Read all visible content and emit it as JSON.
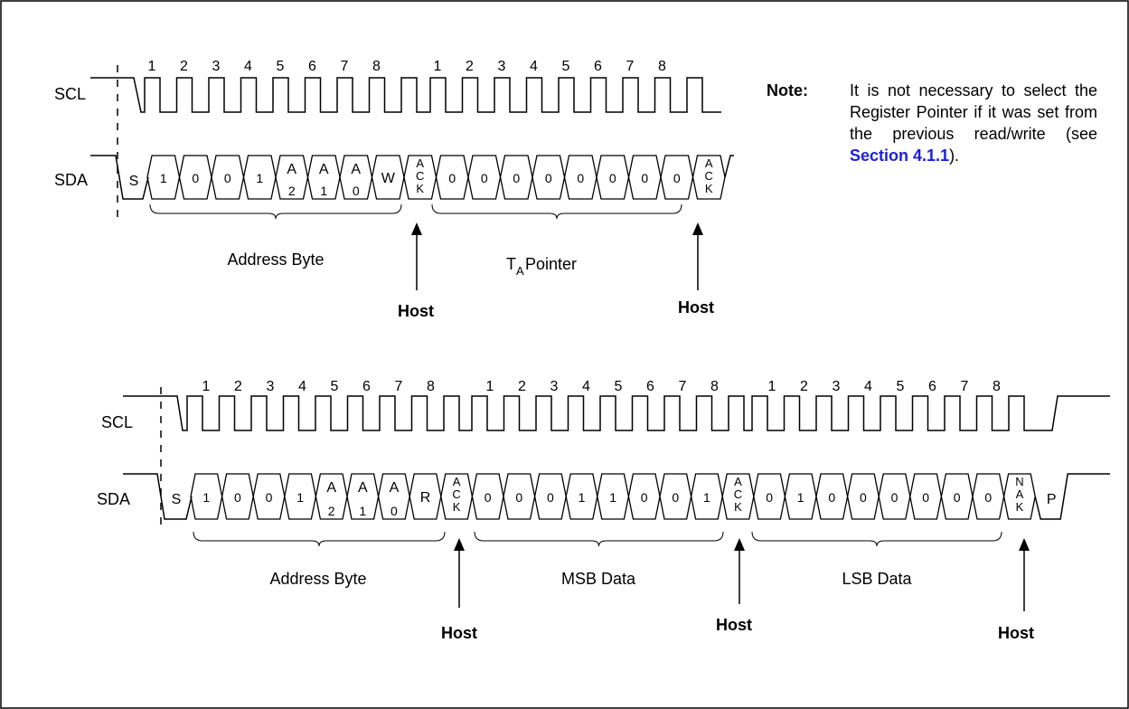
{
  "colors": {
    "link": "#1a20e0",
    "line": "#000000"
  },
  "signals": {
    "scl": "SCL",
    "sda": "SDA"
  },
  "bit_numbers": [
    "1",
    "2",
    "3",
    "4",
    "5",
    "6",
    "7",
    "8"
  ],
  "host_label": "Host",
  "top": {
    "start": "S",
    "address_bits": [
      "1",
      "0",
      "0",
      "1",
      "A2",
      "A1",
      "A0",
      "W"
    ],
    "ack1": "ACK",
    "pointer_bits": [
      "0",
      "0",
      "0",
      "0",
      "0",
      "0",
      "0",
      "0"
    ],
    "ack2": "ACK",
    "address_label": "Address Byte",
    "pointer_label_main": "T",
    "pointer_label_sub": "A",
    "pointer_label_rest": " Pointer"
  },
  "bottom": {
    "start": "S",
    "address_bits": [
      "1",
      "0",
      "0",
      "1",
      "A2",
      "A1",
      "A0",
      "R"
    ],
    "ack1": "ACK",
    "msb_bits": [
      "0",
      "0",
      "0",
      "1",
      "1",
      "0",
      "0",
      "1"
    ],
    "ack2": "ACK",
    "lsb_bits": [
      "0",
      "1",
      "0",
      "0",
      "0",
      "0",
      "0",
      "0"
    ],
    "nak": "NAK",
    "stop": "P",
    "address_label": "Address Byte",
    "msb_label": "MSB Data",
    "lsb_label": "LSB Data"
  },
  "note": {
    "label": "Note:",
    "text_before": "It is not necessary to select the Register Pointer if it was set from the previous read/write (see ",
    "link": "Section 4.1.1",
    "text_after": ")."
  }
}
